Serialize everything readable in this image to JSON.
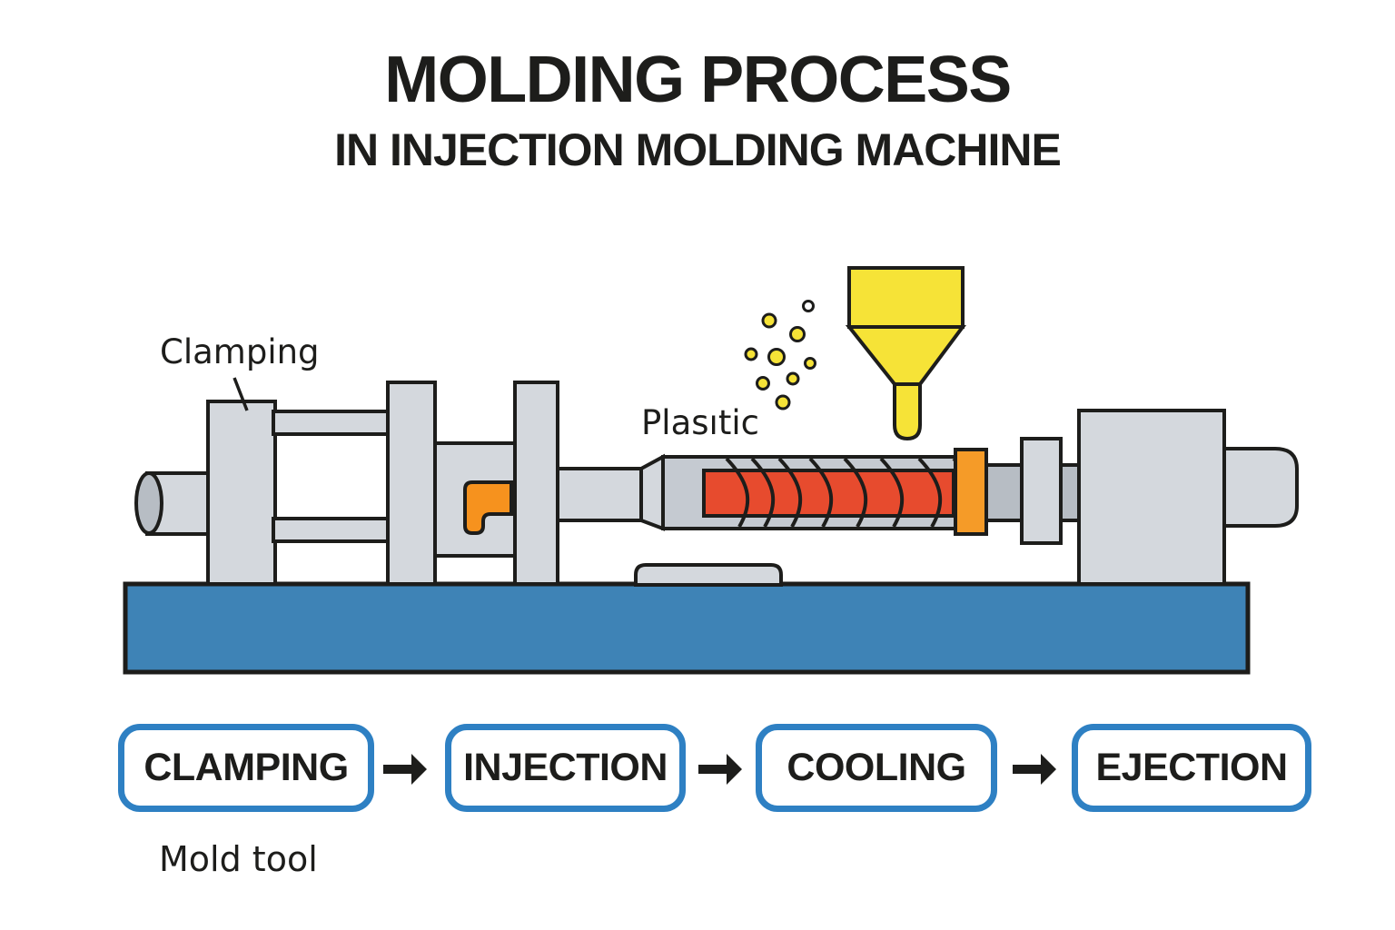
{
  "header": {
    "title": "MOLDING PROCESS",
    "subtitle": "IN INJECTION MOLDING MACHINE"
  },
  "labels": {
    "clamping": "Clamping",
    "plastic": "Plasıtic",
    "mold_tool": "Mold tool"
  },
  "flow": {
    "steps": [
      {
        "label": "CLAMPING"
      },
      {
        "label": "INJECTION"
      },
      {
        "label": "COOLING"
      },
      {
        "label": "EJECTION"
      }
    ]
  },
  "colors": {
    "bg": "#ffffff",
    "text_dark": "#1d1d1b",
    "outline": "#1d1d1b",
    "machine_gray": "#d4d8dd",
    "machine_gray_dark": "#b7bdc4",
    "barrel_gray": "#c5cad1",
    "base_blue": "#3e83b6",
    "box_border_blue": "#2e80c3",
    "accent_red": "#e74b2e",
    "accent_orange": "#f6921e",
    "collar_orange": "#f59b28",
    "hopper_yellow": "#f6e337"
  }
}
